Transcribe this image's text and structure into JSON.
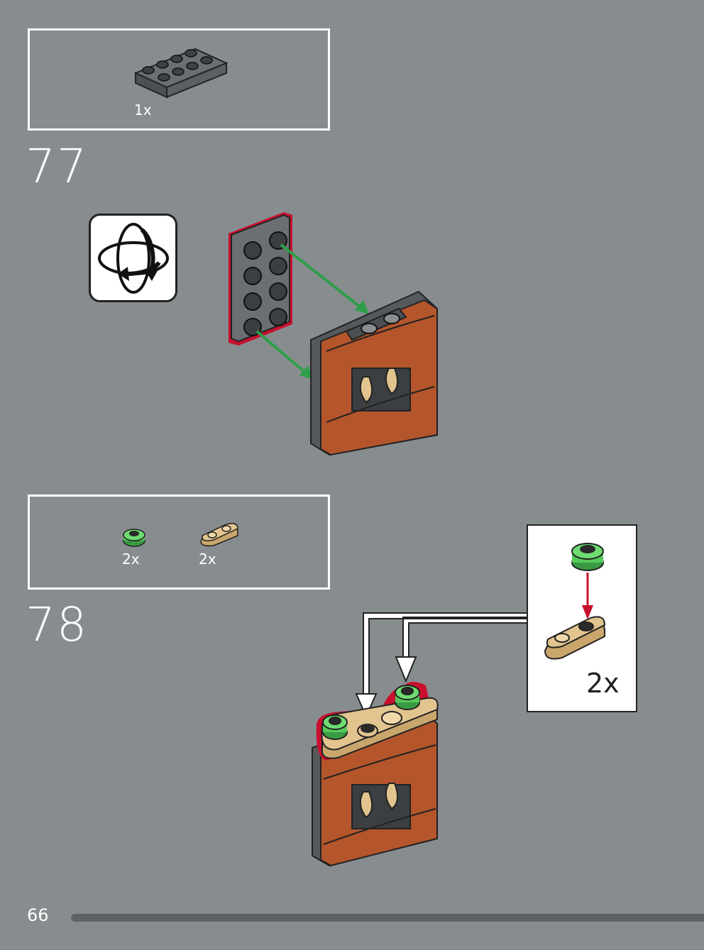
{
  "steps": [
    {
      "number": "77",
      "parts": [
        {
          "quantity": "1x",
          "part": "dark-grey-plate-2x4"
        }
      ],
      "rotate_icon": "rotate-model-icon"
    },
    {
      "number": "78",
      "parts": [
        {
          "quantity": "2x",
          "part": "green-round-plate-1x1"
        },
        {
          "quantity": "2x",
          "part": "tan-plate-1x2-rounded"
        }
      ],
      "callout": {
        "quantity": "2x"
      }
    }
  ],
  "page": {
    "number": "66"
  },
  "colors": {
    "background": "#878d8f",
    "reddish_brown": "#b4552c",
    "tan": "#e2c48f",
    "dark_grey": "#6b6f71",
    "green": "#55c85a",
    "highlight": "#c8102e",
    "arrow_green": "#2f9e4a"
  }
}
